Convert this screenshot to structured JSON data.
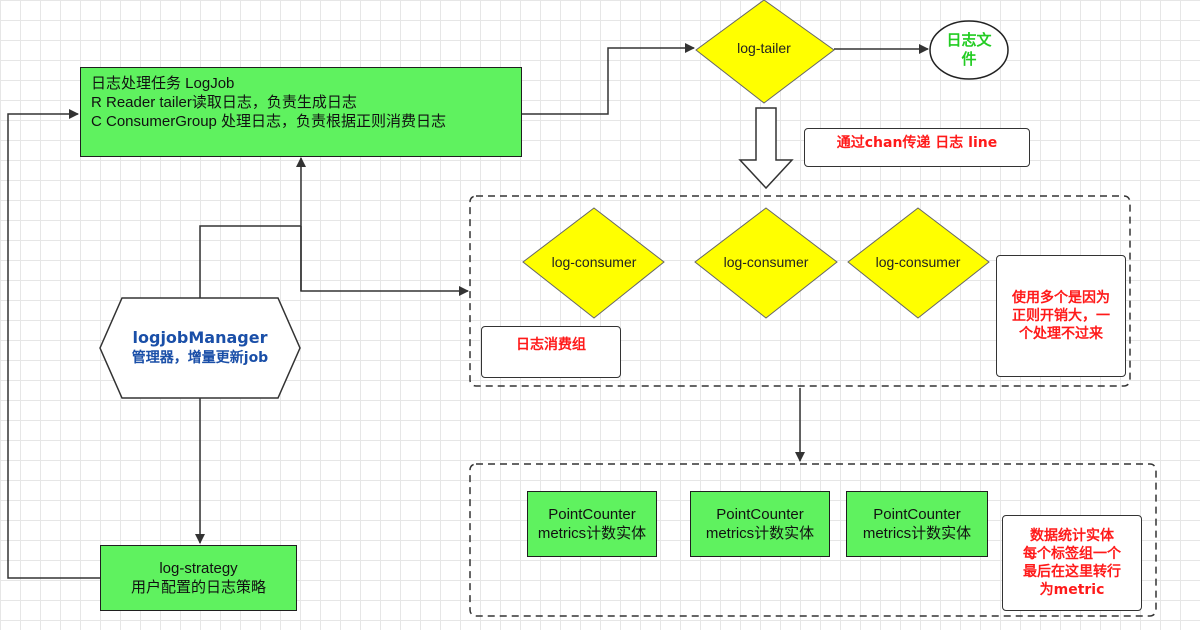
{
  "logjob": {
    "line1": "日志处理任务 LogJob",
    "line2": "R Reader tailer读取日志，负责生成日志",
    "line3": "C  ConsumerGroup 处理日志，负责根据正则消费日志"
  },
  "tailer": {
    "label": "log-tailer"
  },
  "logfile": {
    "line1": "日志文",
    "line2": "件"
  },
  "chan_note": {
    "text": "通过chan传递 日志 line"
  },
  "consumers": [
    {
      "label": "log-consumer"
    },
    {
      "label": "log-consumer"
    },
    {
      "label": "log-consumer"
    }
  ],
  "consumer_group_label": {
    "text": "日志消费组"
  },
  "multi_note": {
    "line1": "使用多个是因为",
    "line2": "正则开销大，一",
    "line3": "个处理不过来"
  },
  "manager": {
    "title": "logjobManager",
    "subtitle": "管理器，增量更新job"
  },
  "strategy": {
    "line1": "log-strategy",
    "line2": "用户配置的日志策略"
  },
  "counters": [
    {
      "line1": "PointCounter",
      "line2": "metrics计数实体"
    },
    {
      "line1": "PointCounter",
      "line2": "metrics计数实体"
    },
    {
      "line1": "PointCounter",
      "line2": "metrics计数实体"
    }
  ],
  "metrics_note": {
    "line1": "数据统计实体",
    "line2": "每个标签组一个",
    "line3": "最后在这里转行",
    "line4": "为metric"
  },
  "colors": {
    "node_green": "#5ff25f",
    "diamond_yellow": "#ffff00",
    "note_red": "#ff1a1a",
    "manager_blue": "#1a4fa8",
    "logfile_green": "#22cc22"
  }
}
